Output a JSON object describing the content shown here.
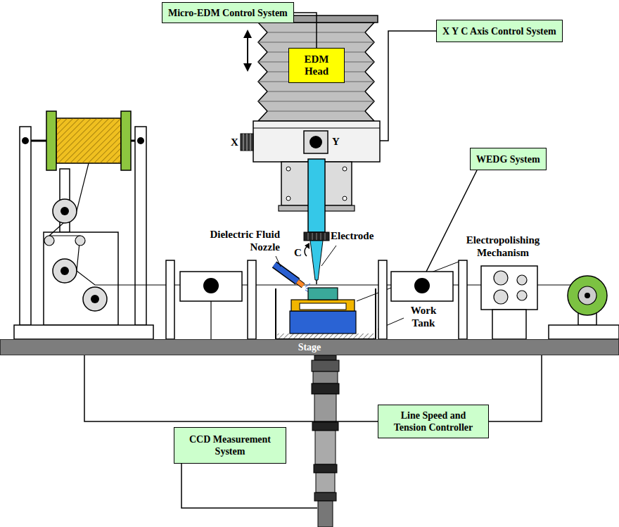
{
  "diagram": {
    "nodes": [
      {
        "text": [
          "Micro-EDM Control System"
        ]
      },
      {
        "text": [
          "X Y C Axis Control System"
        ]
      },
      {
        "text": [
          "EDM Head"
        ]
      },
      {
        "text": [
          "WEDG System"
        ]
      },
      {
        "text": [
          "Stage"
        ]
      },
      {
        "text": [
          "Line Speed and Tension Controller"
        ]
      },
      {
        "text": [
          "CCD Measurement System"
        ]
      }
    ],
    "edges": [
      {
        "from": 0,
        "to": 2,
        "arrow": "none"
      },
      {
        "from": 4,
        "to": 5,
        "arrow": "none"
      },
      {
        "from": 4,
        "to": 5,
        "arrow": "none"
      }
    ],
    "labels": [
      "X",
      "Y",
      "Dielectric Fluid Nozzle",
      "C",
      "Electrode",
      "Electropolishing Mechanism",
      "Work Tank"
    ]
  }
}
